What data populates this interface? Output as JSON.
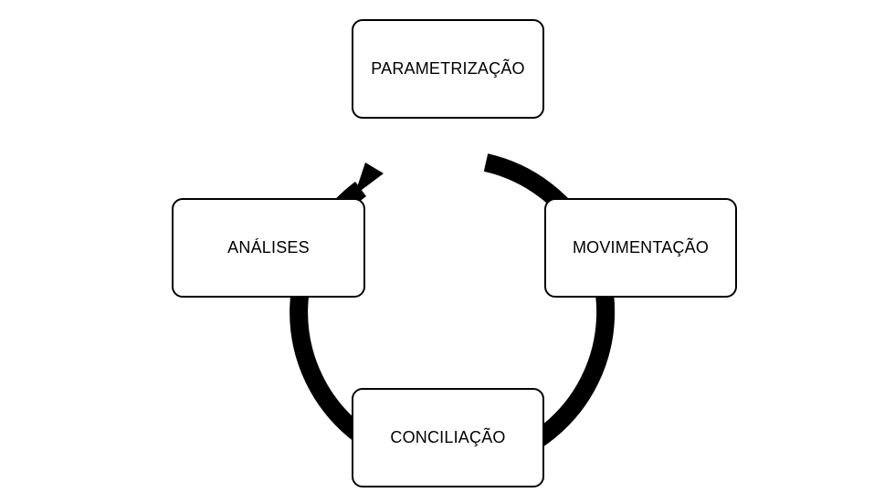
{
  "diagram": {
    "type": "cycle",
    "nodes": [
      {
        "id": "parametrizacao",
        "label": "PARAMETRIZAÇÃO"
      },
      {
        "id": "movimentacao",
        "label": "MOVIMENTAÇÃO"
      },
      {
        "id": "conciliacao",
        "label": "CONCILIAÇÃO"
      },
      {
        "id": "analises",
        "label": "ANÁLISES"
      }
    ],
    "edges": [
      {
        "from": "parametrizacao",
        "to": "movimentacao"
      },
      {
        "from": "movimentacao",
        "to": "conciliacao"
      },
      {
        "from": "conciliacao",
        "to": "analises"
      },
      {
        "from": "analises",
        "to": "parametrizacao"
      }
    ],
    "colors": {
      "stroke": "#000000",
      "box_fill": "#ffffff",
      "background": "#ffffff"
    }
  }
}
